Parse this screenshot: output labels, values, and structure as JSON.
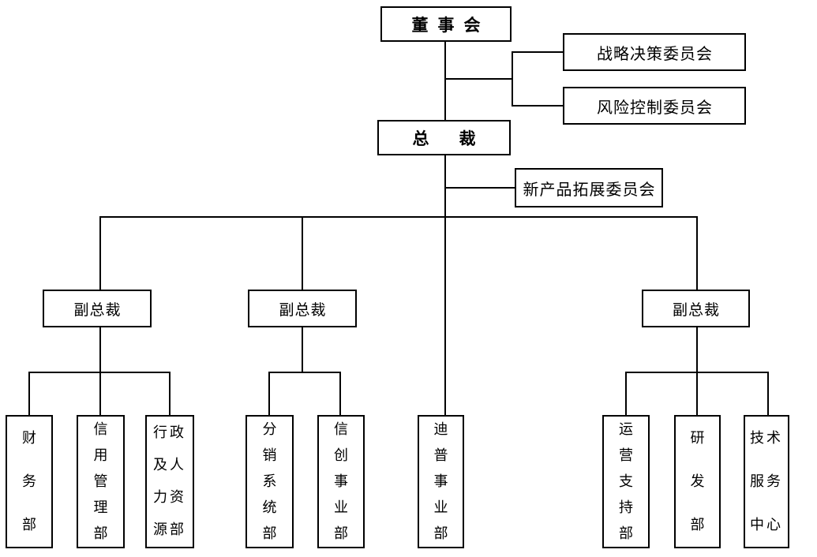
{
  "diagram": {
    "type": "org-chart",
    "nodes": {
      "board": "董事会",
      "strategy_committee": "战略决策委员会",
      "risk_committee": "风险控制委员会",
      "president": "总裁",
      "new_product_committee": "新产品拓展委员会",
      "vp_left": "副总裁",
      "vp_middle": "副总裁",
      "vp_right": "副总裁"
    },
    "departments": {
      "finance": {
        "name": "财务部",
        "display": "财\n务\n部"
      },
      "credit": {
        "name": "信用管理部",
        "display": "信\n用\n管\n理\n部"
      },
      "admin_hr": {
        "name": "行政及人力资源部",
        "display": "行政\n及人\n力资\n源部"
      },
      "distribution": {
        "name": "分销系统部",
        "display": "分\n销\n系\n统\n部"
      },
      "xinchuang": {
        "name": "信创事业部",
        "display": "信\n创\n事\n业\n部"
      },
      "dipu": {
        "name": "迪普事业部",
        "display": "迪\n普\n事\n业\n部"
      },
      "ops_support": {
        "name": "运营支持部",
        "display": "运\n营\n支\n持\n部"
      },
      "rnd": {
        "name": "研发部",
        "display": "研\n发\n部"
      },
      "tech_service": {
        "name": "技术服务中心",
        "display": "技术\n服务\n中心"
      }
    },
    "edges": [
      [
        "board",
        "strategy_committee"
      ],
      [
        "board",
        "risk_committee"
      ],
      [
        "board",
        "president"
      ],
      [
        "president",
        "new_product_committee"
      ],
      [
        "president",
        "vp_left"
      ],
      [
        "president",
        "vp_middle"
      ],
      [
        "president",
        "dipu"
      ],
      [
        "president",
        "vp_right"
      ],
      [
        "vp_left",
        "finance"
      ],
      [
        "vp_left",
        "credit"
      ],
      [
        "vp_left",
        "admin_hr"
      ],
      [
        "vp_middle",
        "distribution"
      ],
      [
        "vp_middle",
        "xinchuang"
      ],
      [
        "vp_right",
        "ops_support"
      ],
      [
        "vp_right",
        "rnd"
      ],
      [
        "vp_right",
        "tech_service"
      ]
    ],
    "colors": {
      "line": "#000000",
      "background": "#ffffff",
      "text": "#000000"
    }
  }
}
